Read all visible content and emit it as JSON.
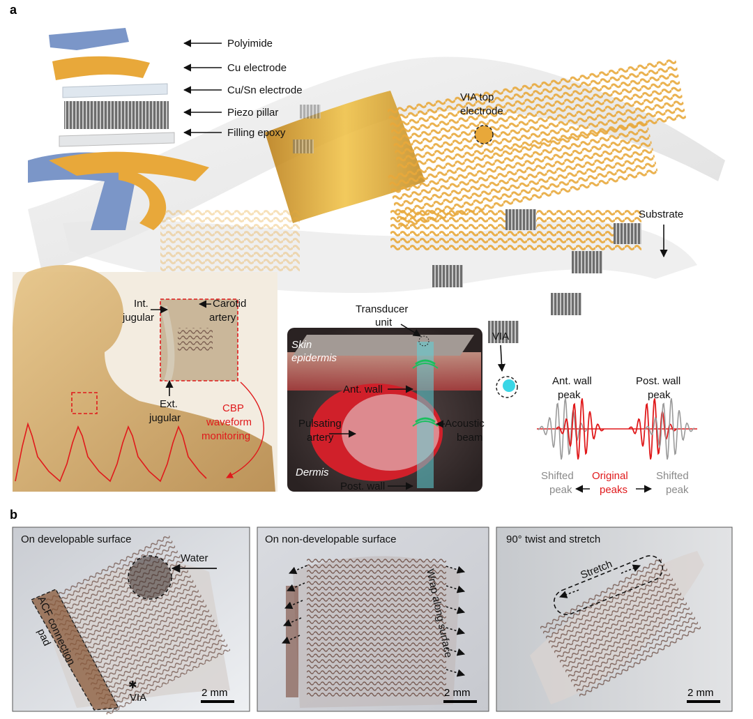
{
  "panel_a": {
    "letter": "a",
    "layers": [
      "Polyimide",
      "Cu electrode",
      "Cu/Sn electrode",
      "Piezo pillar",
      "Filling epoxy"
    ],
    "via_top_electrode": [
      "VIA top",
      "electrode"
    ],
    "substrate": "Substrate",
    "neck": {
      "int_jugular": [
        "Int.",
        "jugular"
      ],
      "carotid": [
        "Carotid",
        "artery"
      ],
      "ext_jugular": [
        "Ext.",
        "jugular"
      ],
      "cbp": [
        "CBP",
        "waveform",
        "monitoring"
      ]
    },
    "artery": {
      "transducer": [
        "Transducer",
        "unit"
      ],
      "skin": [
        "Skin",
        "epidermis"
      ],
      "ant_wall": "Ant. wall",
      "pulsating": [
        "Pulsating",
        "artery"
      ],
      "acoustic": [
        "Acoustic",
        "beam"
      ],
      "dermis": "Dermis",
      "post_wall": "Post. wall"
    },
    "via": "VIA",
    "peaks": {
      "ant_peak": [
        "Ant. wall",
        "peak"
      ],
      "post_peak": [
        "Post. wall",
        "peak"
      ],
      "shifted_left": [
        "Shifted",
        "peak"
      ],
      "original": [
        "Original",
        "peaks"
      ],
      "shifted_right": [
        "Shifted",
        "peak"
      ]
    },
    "colors": {
      "copper": "#e8a83a",
      "polyimide": "#7b96c8",
      "artery": "#d0202a",
      "signal_red": "#e0191b",
      "signal_gray": "#9a9a9a"
    }
  },
  "panel_b": {
    "letter": "b",
    "photos": [
      {
        "caption": "On developable surface",
        "water": "Water",
        "acf": [
          "ACF connection",
          "pad"
        ],
        "via": "VIA",
        "scale": "2 mm"
      },
      {
        "caption": "On non-developable surface",
        "wrap": "Wrap along surface",
        "scale": "2 mm"
      },
      {
        "caption": "90° twist and stretch",
        "stretch": "Stretch",
        "scale": "2 mm"
      }
    ]
  }
}
